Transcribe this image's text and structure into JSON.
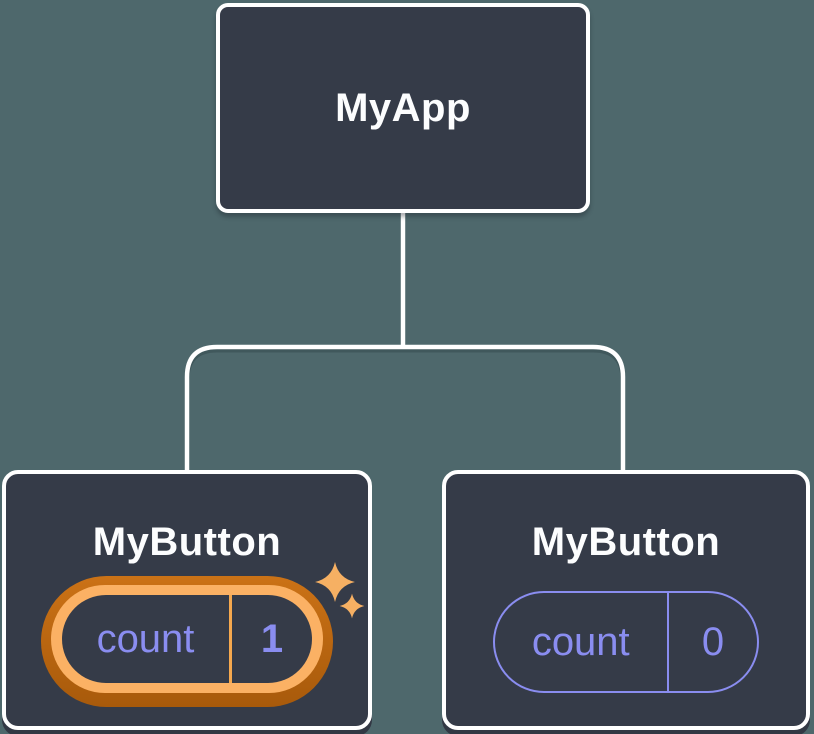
{
  "diagram": {
    "description": "React component tree with state pills",
    "root_node": {
      "label": "MyApp"
    },
    "child_nodes": [
      {
        "label": "MyButton",
        "state": {
          "name": "count",
          "value": "1"
        },
        "highlighted": true
      },
      {
        "label": "MyButton",
        "state": {
          "name": "count",
          "value": "0"
        },
        "highlighted": false
      }
    ],
    "icons": {
      "sparkle_large": "four-point-star",
      "sparkle_small": "four-point-star"
    },
    "colors": {
      "background": "#4E686C",
      "node_fill": "#353B48",
      "node_border": "#FFFFFF",
      "connector": "#FFFFFF",
      "state_purple": "#8A8DF0",
      "highlight_ring_dark": "#C2690E",
      "highlight_ring_light": "#FBB164",
      "highlight_divider": "#F5A84E",
      "sparkle": "#F6B063"
    }
  }
}
